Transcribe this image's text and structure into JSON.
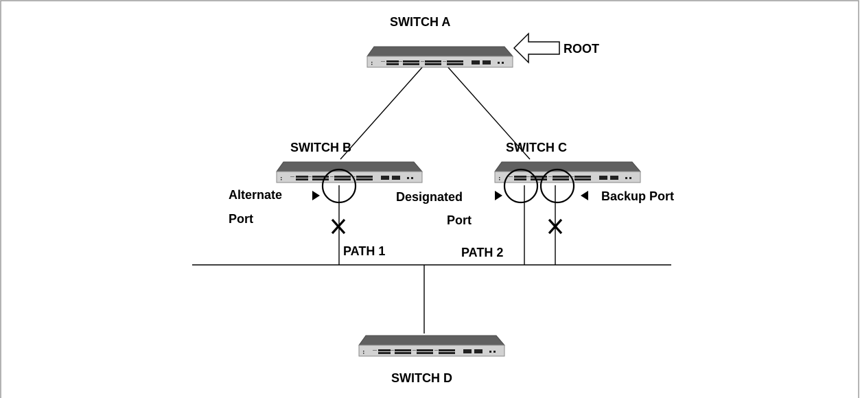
{
  "switches": {
    "a": {
      "label": "SWITCH A"
    },
    "b": {
      "label": "SWITCH B"
    },
    "c": {
      "label": "SWITCH C"
    },
    "d": {
      "label": "SWITCH D"
    }
  },
  "root_label": "ROOT",
  "ports": {
    "alternate": {
      "line1": "Alternate",
      "line2": "Port"
    },
    "designated": {
      "line1": "Designated",
      "line2": "Port"
    },
    "backup": {
      "label": "Backup Port"
    }
  },
  "paths": {
    "path1": "PATH 1",
    "path2": "PATH 2"
  },
  "colors": {
    "switch_top": "#5f5f5f",
    "switch_front": "#d0d0d0",
    "line": "#000000",
    "frame": "#9a9a9a"
  },
  "icons": {
    "root": "hollow-arrow-left-icon",
    "blocked": "x-mark-icon",
    "port_pointer": "triangle-pointer-icon"
  }
}
